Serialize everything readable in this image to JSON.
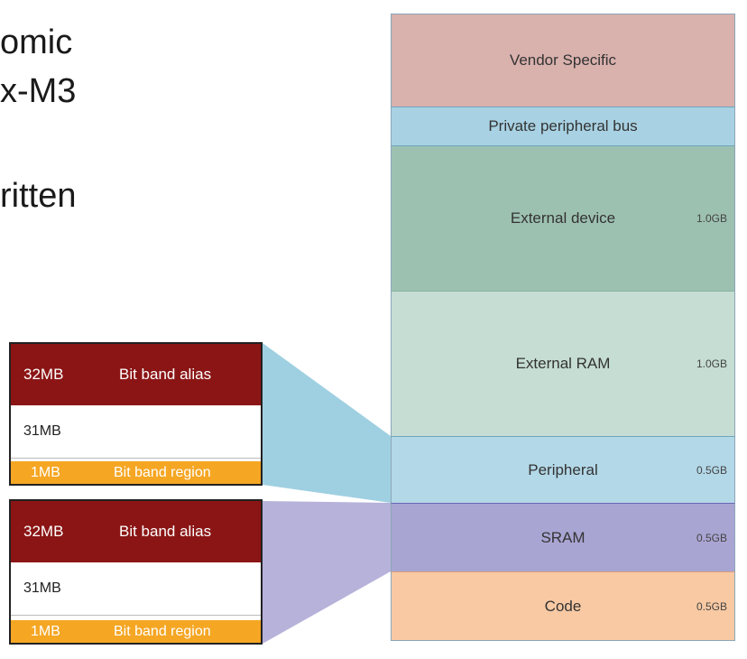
{
  "slide_text": {
    "line1": "omic",
    "line2": "x-M3",
    "line3": "ritten"
  },
  "memory_map": {
    "regions": [
      {
        "label": "Vendor Specific",
        "size": "",
        "color": "#d9b1ad"
      },
      {
        "label": "Private peripheral bus",
        "size": "",
        "color": "#a8d2e3"
      },
      {
        "label": "External device",
        "size": "1.0GB",
        "color": "#9dc1b1"
      },
      {
        "label": "External RAM",
        "size": "1.0GB",
        "color": "#c5ddd3"
      },
      {
        "label": "Peripheral",
        "size": "0.5GB",
        "color": "#b3d8e8"
      },
      {
        "label": "SRAM",
        "size": "0.5GB",
        "color": "#a9a5d3"
      },
      {
        "label": "Code",
        "size": "0.5GB",
        "color": "#f8c9a3"
      }
    ]
  },
  "bit_band": {
    "peripheral": {
      "alias_size": "32MB",
      "alias_label": "Bit band alias",
      "mid_size": "31MB",
      "region_size": "1MB",
      "region_label": "Bit band region"
    },
    "sram": {
      "alias_size": "32MB",
      "alias_label": "Bit band alias",
      "mid_size": "31MB",
      "region_size": "1MB",
      "region_label": "Bit band region"
    }
  },
  "colors": {
    "alias": "#8b1515",
    "region": "#f5a623",
    "funnel_peripheral": "#8ec8dc",
    "funnel_sram": "#a9a5d3"
  }
}
